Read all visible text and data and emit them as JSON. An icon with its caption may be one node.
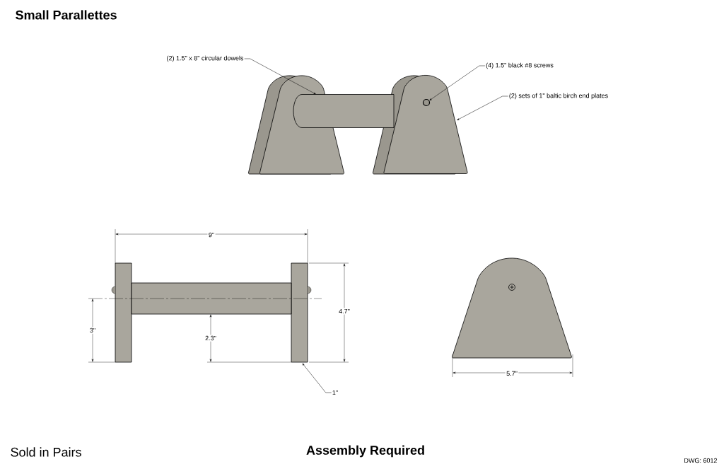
{
  "diagram": {
    "title": "Small Parallettes",
    "nodes": [
      {
        "text": [
          "(2) 1.5\" x 8\" circular dowels"
        ]
      },
      {
        "text": [],
        "shape": "cylinder"
      },
      {
        "text": [
          "(4) 1.5\" black #8 screws"
        ]
      },
      {
        "text": [],
        "shape": "circle",
        "in": 5
      },
      {
        "text": [
          "(2) sets of 1\" baltic birch end plates"
        ]
      },
      {
        "text": [],
        "shape": "trapezoid"
      },
      {
        "text": [
          "1\""
        ]
      },
      {
        "text": [],
        "shape": "box"
      }
    ],
    "edges": [
      {
        "from": 0,
        "to": 1,
        "arrow": "to"
      },
      {
        "from": 2,
        "to": 3,
        "arrow": "to"
      },
      {
        "from": 4,
        "to": 5,
        "arrow": "to"
      },
      {
        "from": 6,
        "to": 7,
        "arrow": "to"
      }
    ],
    "labels": [
      "9\"",
      "4.7\"",
      "3\"",
      "2.3\"",
      "5.7\"",
      "Sold in Pairs",
      "Assembly Required",
      "DWG: 6012"
    ]
  }
}
